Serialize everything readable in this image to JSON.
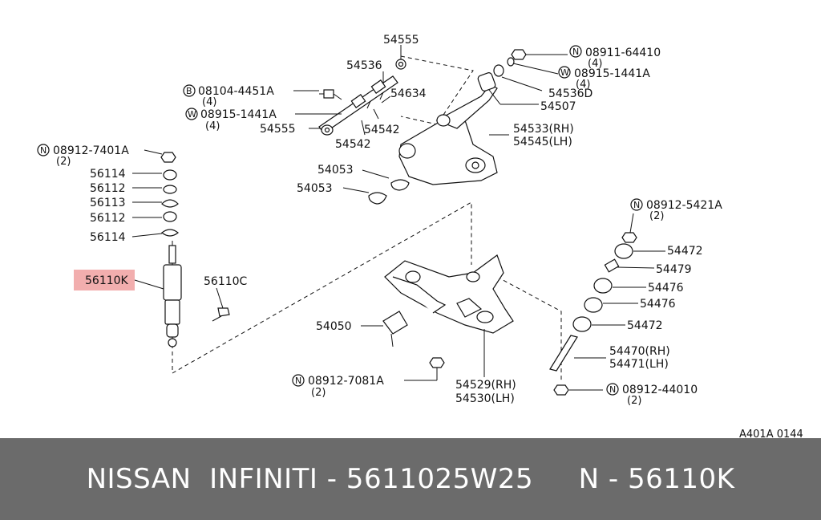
{
  "diagram": {
    "parts": {
      "p54555_top": "54555",
      "p54536": "54536",
      "bolt_label": "08104-4451A",
      "bolt_qty": "(4)",
      "bolt_prefix": "B",
      "washer_label": "08915-1441A",
      "washer_qty": "(4)",
      "washer_prefix": "W",
      "p54555_bot": "54555",
      "p54634": "54634",
      "p54542_a": "54542",
      "p54542_b": "54542",
      "nut_right_label": "08911-64410",
      "nut_right_qty": "(4)",
      "nut_right_prefix": "N",
      "washer_right_label": "08915-1441A",
      "washer_right_qty": "(4)",
      "washer_right_prefix": "W",
      "p54536D": "54536D",
      "p54507": "54507",
      "p54533": "54533(RH)",
      "p54545": "54545(LH)",
      "p54053_a": "54053",
      "p54053_b": "54053",
      "nut_shock_label": "08912-7401A",
      "nut_shock_qty": "(2)",
      "nut_shock_prefix": "N",
      "p56114_a": "56114",
      "p56112_a": "56112",
      "p56113": "56113",
      "p56112_b": "56112",
      "p56114_b": "56114",
      "p56110K": "56110K",
      "p56110C": "56110C",
      "p54050": "54050",
      "nut_lower_label": "08912-7081A",
      "nut_lower_qty": "(2)",
      "nut_lower_prefix": "N",
      "p54529": "54529(RH)",
      "p54530": "54530(LH)",
      "nut_strut_label": "08912-5421A",
      "nut_strut_qty": "(2)",
      "nut_strut_prefix": "N",
      "p54472_a": "54472",
      "p54479": "54479",
      "p54476_a": "54476",
      "p54476_b": "54476",
      "p54472_b": "54472",
      "p54470": "54470(RH)",
      "p54471": "54471(LH)",
      "nut_bottom_label": "08912-44010",
      "nut_bottom_qty": "(2)",
      "nut_bottom_prefix": "N"
    },
    "figure_code": "A401A 0144",
    "highlight_color": "#f0a0a0"
  },
  "footer": {
    "text": "NISSAN  INFINITI - 5611025W25     N - 56110K"
  }
}
